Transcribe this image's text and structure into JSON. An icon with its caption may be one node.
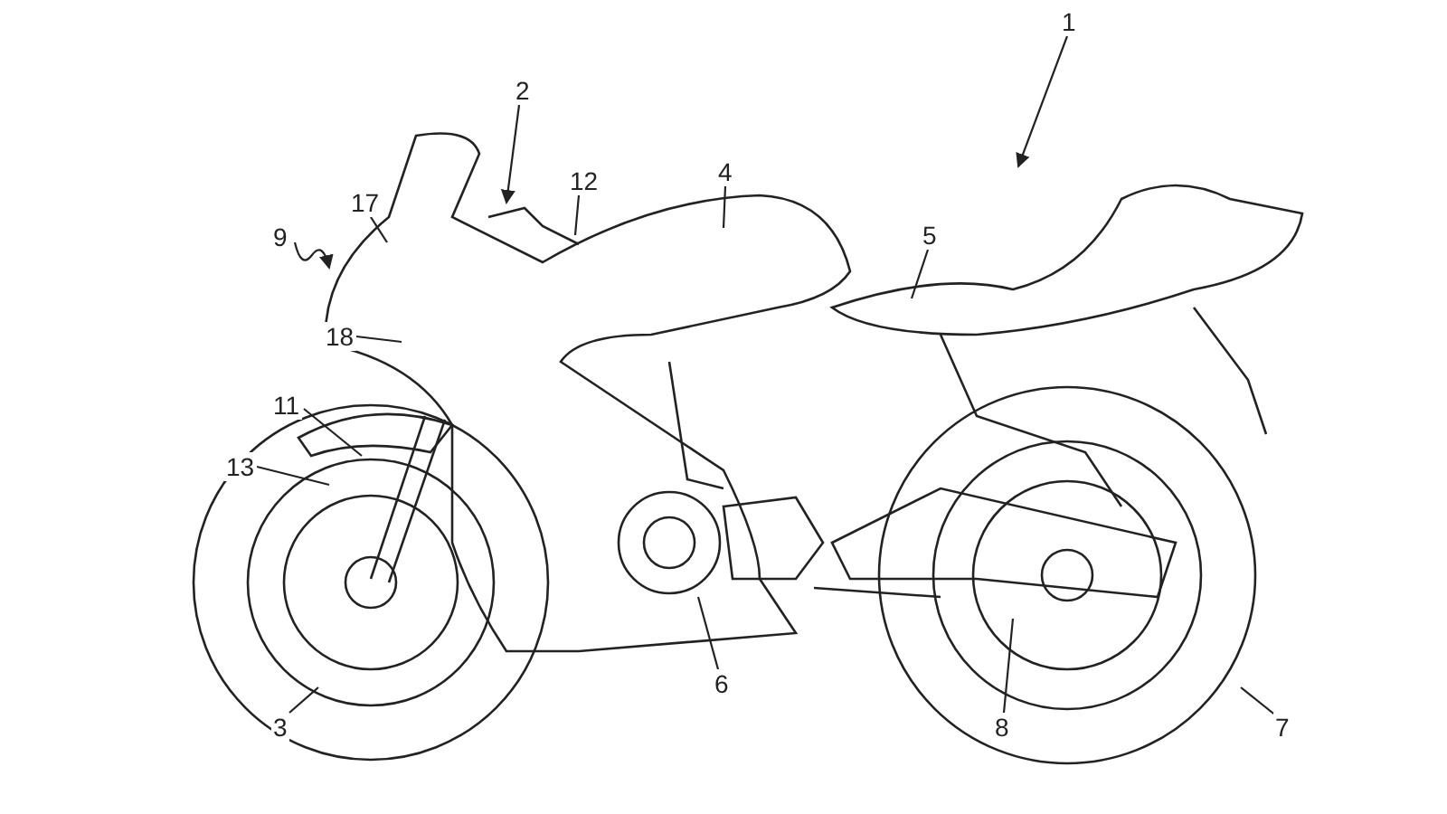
{
  "diagram": {
    "nodes": [
      {
        "text": [
          "1"
        ]
      },
      {
        "text": [
          "2"
        ]
      },
      {
        "text": [
          "4"
        ]
      },
      {
        "text": [
          "12"
        ]
      },
      {
        "text": [
          "17"
        ]
      },
      {
        "text": [
          "9"
        ]
      },
      {
        "text": [
          "5"
        ]
      },
      {
        "text": [
          "18"
        ]
      },
      {
        "text": [
          "11"
        ]
      },
      {
        "text": [
          "13"
        ]
      },
      {
        "text": [
          "6"
        ]
      },
      {
        "text": [
          "3"
        ]
      },
      {
        "text": [
          "8"
        ]
      },
      {
        "text": [
          "7"
        ]
      }
    ],
    "edges": [
      {
        "from": 0,
        "to": null,
        "arrow": "to"
      },
      {
        "from": 1,
        "to": null,
        "arrow": "to"
      },
      {
        "from": 2,
        "to": null,
        "arrow": "none"
      },
      {
        "from": 3,
        "to": null,
        "arrow": "none"
      },
      {
        "from": 4,
        "to": null,
        "arrow": "none"
      },
      {
        "from": 5,
        "to": null,
        "arrow": "to"
      },
      {
        "from": 6,
        "to": null,
        "arrow": "none"
      },
      {
        "from": 7,
        "to": null,
        "arrow": "none"
      },
      {
        "from": 8,
        "to": null,
        "arrow": "none"
      },
      {
        "from": 9,
        "to": null,
        "arrow": "none"
      },
      {
        "from": 10,
        "to": null,
        "arrow": "none"
      },
      {
        "from": 11,
        "to": null,
        "arrow": "none"
      },
      {
        "from": 12,
        "to": null,
        "arrow": "none"
      },
      {
        "from": 13,
        "to": null,
        "arrow": "none"
      }
    ]
  }
}
